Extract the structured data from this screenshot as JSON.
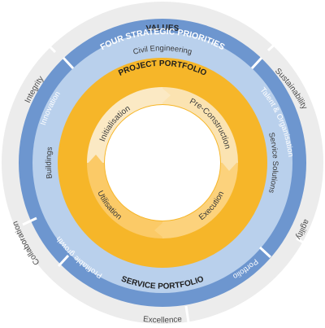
{
  "values": {
    "title": "VALUES",
    "items": [
      "Integrity",
      "Sustainability",
      "agility",
      "Excellence",
      "Collaboration"
    ]
  },
  "strategic_priorities": {
    "title": "FOUR STRATEGIC PRIORITIES",
    "items": [
      "Innovation",
      "Talent & Organisation",
      "Portfolio",
      "Profitable growth"
    ]
  },
  "service_portfolio": {
    "title": "SERVICE PORTFOLIO",
    "items": [
      "Civil Engineering",
      "Service Solutions",
      "Buildings"
    ]
  },
  "project_portfolio": {
    "title": "PROJECT PORTFOLIO",
    "phases": [
      "Initialisation",
      "Pre-Construction",
      "Execution",
      "Utilisation"
    ]
  },
  "colors": {
    "values_ring": "#ececec",
    "priorities_ring": "#6d96cf",
    "services_ring": "#b9d0ec",
    "project_ring": "#f6b629",
    "phase_initialisation": "#fbe9c4",
    "phase_preconstruction": "#fbe3b1",
    "phase_execution": "#fcd27c",
    "phase_utilisation": "#fbca67",
    "divider": "#ffffff"
  }
}
